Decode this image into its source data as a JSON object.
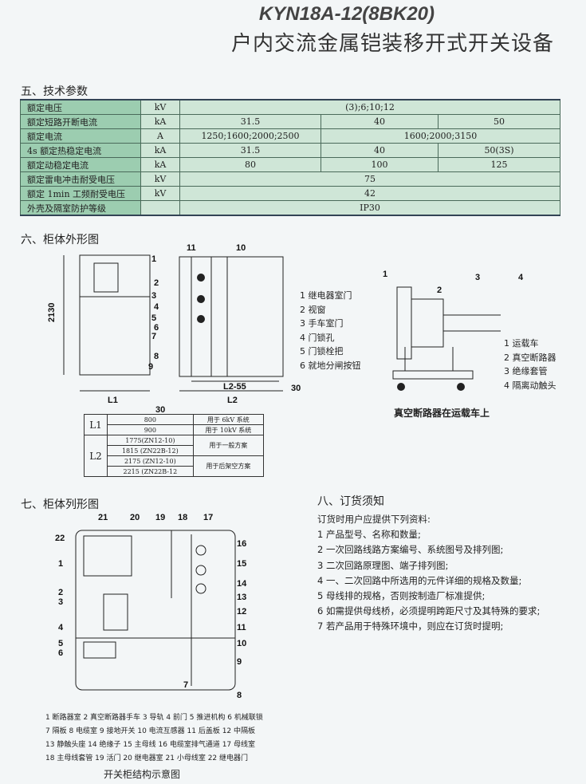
{
  "title": {
    "model": "KYN18A-12(8BK20)",
    "name": "户内交流金属铠装移开式开关设备"
  },
  "sec5": {
    "heading": "五、技术参数",
    "rows": [
      {
        "label": "额定电压",
        "unit": "kV",
        "values": [
          "(3);6;10;12"
        ]
      },
      {
        "label": "额定短路开断电流",
        "unit": "kA",
        "values": [
          "31.5",
          "40",
          "50"
        ]
      },
      {
        "label": "额定电流",
        "unit": "A",
        "values": [
          "1250;1600;2000;2500",
          "1600;2000;3150"
        ]
      },
      {
        "label": "4s 额定热稳定电流",
        "unit": "kA",
        "values": [
          "31.5",
          "40",
          "50(3S)"
        ]
      },
      {
        "label": "额定动稳定电流",
        "unit": "kA",
        "values": [
          "80",
          "100",
          "125"
        ]
      },
      {
        "label": "额定雷电冲击耐受电压",
        "unit": "kV",
        "values": [
          "75"
        ]
      },
      {
        "label": "额定 1min 工频耐受电压",
        "unit": "kV",
        "values": [
          "42"
        ]
      },
      {
        "label": "外壳及隔室防护等级",
        "unit": "",
        "values": [
          "IP30"
        ]
      }
    ]
  },
  "sec6": {
    "heading": "六、柜体外形图",
    "dims": {
      "h": "2130",
      "l1": "L1",
      "l2": "L2",
      "l255": "L2-55",
      "d30a": "30",
      "d30b": "30"
    },
    "front_nums": [
      "1",
      "2",
      "3",
      "4",
      "5",
      "6",
      "7",
      "8",
      "9"
    ],
    "side_nums": [
      "11",
      "10"
    ],
    "legend": [
      "1 继电器室门",
      "2 视窗",
      "3 手车室门",
      "4 门锁孔",
      "5 门锁栓把",
      "6 就地分闸按钮"
    ],
    "truck_nums": [
      "1",
      "2",
      "3",
      "4"
    ],
    "truck_legend": [
      "1 运载车",
      "2 真空断路器",
      "3 绝缘套管",
      "4 隔离动触头"
    ],
    "truck_caption": "真空断路器在运载车上",
    "ltable": {
      "l1": "L1",
      "l2": "L2",
      "rows": [
        [
          "800",
          "用于 6kV 系统"
        ],
        [
          "900",
          "用于 10kV 系统"
        ],
        [
          "1775(ZN12-10)",
          "用于一般方案"
        ],
        [
          "1815 (ZN22B-12)",
          ""
        ],
        [
          "2175 (ZN12-10)",
          "用于后架空方案"
        ],
        [
          "2215 (ZN22B-12",
          ""
        ]
      ]
    }
  },
  "sec7": {
    "heading": "七、柜体列形图",
    "nums": [
      "21",
      "20",
      "19",
      "18",
      "17",
      "22",
      "16",
      "1",
      "15",
      "14",
      "2",
      "3",
      "13",
      "12",
      "4",
      "11",
      "10",
      "5",
      "6",
      "9",
      "7",
      "8"
    ],
    "legend": [
      "1 断路器室 2 真空断路器手车 3 导轨 4 前门 5 推进机构 6 机械联锁",
      "7 隔板 8 电缆室 9 接地开关 10 电流互感器 11 后盖板 12 中隔板",
      "13 静触头座 14 绝缘子 15 主母线 16 电缆室排气通道 17 母线室",
      "18 主母线套管 19 活门 20 继电器室 21 小母线室 22 继电器门"
    ],
    "caption": "开关柜结构示意图"
  },
  "sec8": {
    "heading": "八、订货须知",
    "lines": [
      "订货时用户应提供下列资料:",
      "1 产品型号、名称和数量;",
      "2 一次回路线路方案编号、系统图号及排列图;",
      "3 二次回路原理图、端子排列图;",
      "4 一、二次回路中所选用的元件详细的规格及数量;",
      "5 母线排的规格，否则按制造厂标准提供;",
      "6 如需提供母线桥，必须提明跨距尺寸及其特殊的要求;",
      "7 若产品用于特殊环境中，则应在订货时提明;"
    ]
  }
}
